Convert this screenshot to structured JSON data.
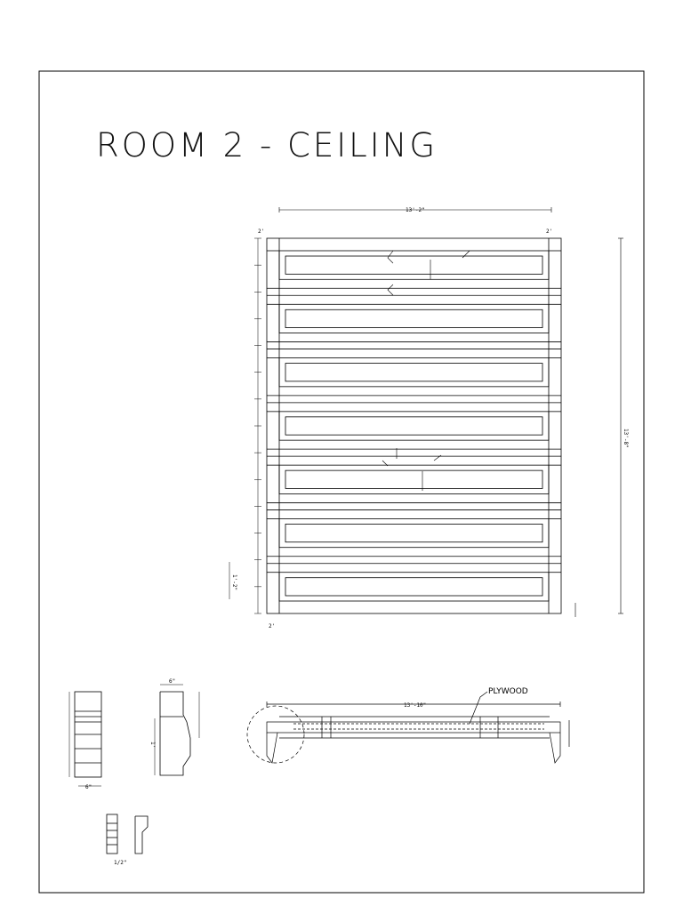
{
  "drawing": {
    "title": "ROOM 2 - CEILING",
    "section_label": "PLYWOOD",
    "dims": {
      "top_overall": "13'-2\"",
      "right_overall": "13'-8\"",
      "left_side": "1'-2\"",
      "corner_top_left": "2'",
      "corner_top_right": "2'",
      "corner_bottom_left": "2'",
      "section_overall": "13'-10\"",
      "small_b": "6\"",
      "small_c": "1'",
      "small_d": "1/2\""
    }
  },
  "colors": {
    "line": "#000000",
    "background": "#ffffff"
  }
}
